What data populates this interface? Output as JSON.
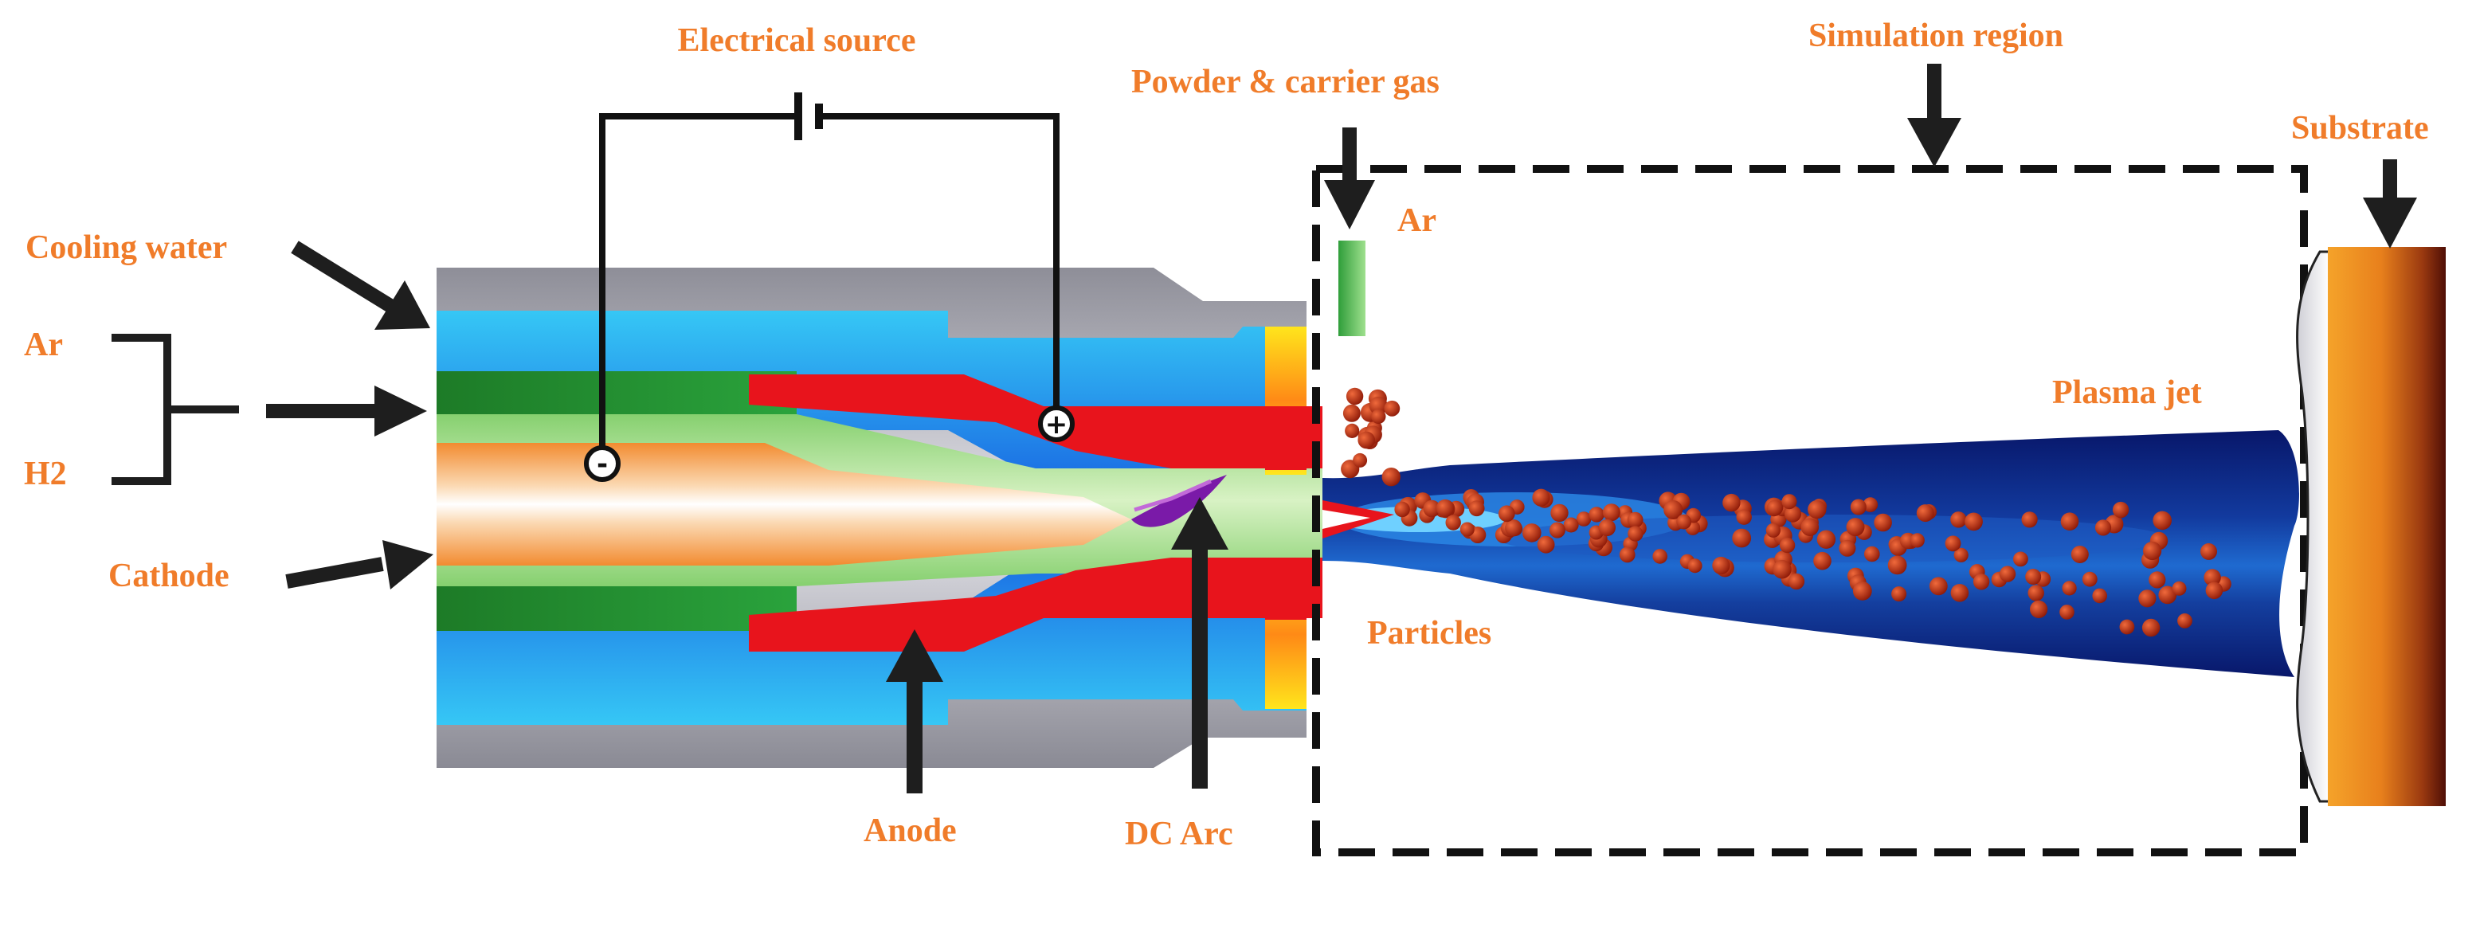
{
  "labels": {
    "electrical_source": "Electrical source",
    "powder_carrier_gas": "Powder & carrier gas",
    "simulation_region": "Simulation region",
    "substrate": "Substrate",
    "cooling_water": "Cooling water",
    "ar_inlet": "Ar",
    "h2_inlet": "H2",
    "cathode": "Cathode",
    "ar_injector": "Ar",
    "plasma_jet": "Plasma jet",
    "particles": "Particles",
    "anode": "Anode",
    "dc_arc": "DC Arc",
    "cathode_terminal": "-",
    "anode_terminal": "+"
  },
  "colors": {
    "label": "#f07c2a",
    "wire": "#111111",
    "arrow": "#1e1e1e",
    "jacket_gray": "#a9a9b3",
    "water_blue": "#1a7ff0",
    "gas_green": "#1f8a2c",
    "anode_red": "#e8141c",
    "cathode_orange": "#f6a24a",
    "plasma_navy": "#0b1f6e",
    "particle": "#b5260f",
    "substrate_orange": "#f28a1c",
    "substrate_dark": "#5a1208"
  }
}
